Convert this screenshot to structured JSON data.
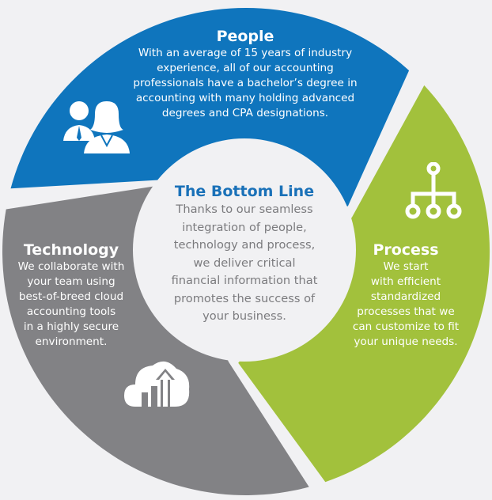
{
  "colors": {
    "people": "#0f75bd",
    "process": "#a2c13c",
    "technology": "#828285",
    "background": "#f1f1f3",
    "center_title": "#1a71b8",
    "center_text": "#7b7b7e"
  },
  "people": {
    "title": "People",
    "lines": [
      "With an average of 15 years of industry",
      "experience, all of our accounting",
      "professionals have a bachelor’s degree in",
      "accounting with many holding advanced",
      "degrees and CPA designations."
    ],
    "icon": "people-icon"
  },
  "technology": {
    "title": "Technology",
    "lines": [
      "We collaborate with",
      "your team using",
      "best-of-breed cloud",
      "accounting tools",
      "in a highly secure",
      "environment."
    ],
    "icon": "cloud-growth-icon"
  },
  "process": {
    "title": "Process",
    "lines": [
      "We start",
      "with efficient",
      "standardized",
      "processes that we",
      "can customize to fit",
      "your unique needs."
    ],
    "icon": "hierarchy-icon"
  },
  "center": {
    "title": "The Bottom Line",
    "lines": [
      "Thanks to our seamless",
      "integration of people,",
      "technology and process,",
      "we deliver critical",
      "financial information that",
      "promotes the success of",
      "your business."
    ]
  }
}
